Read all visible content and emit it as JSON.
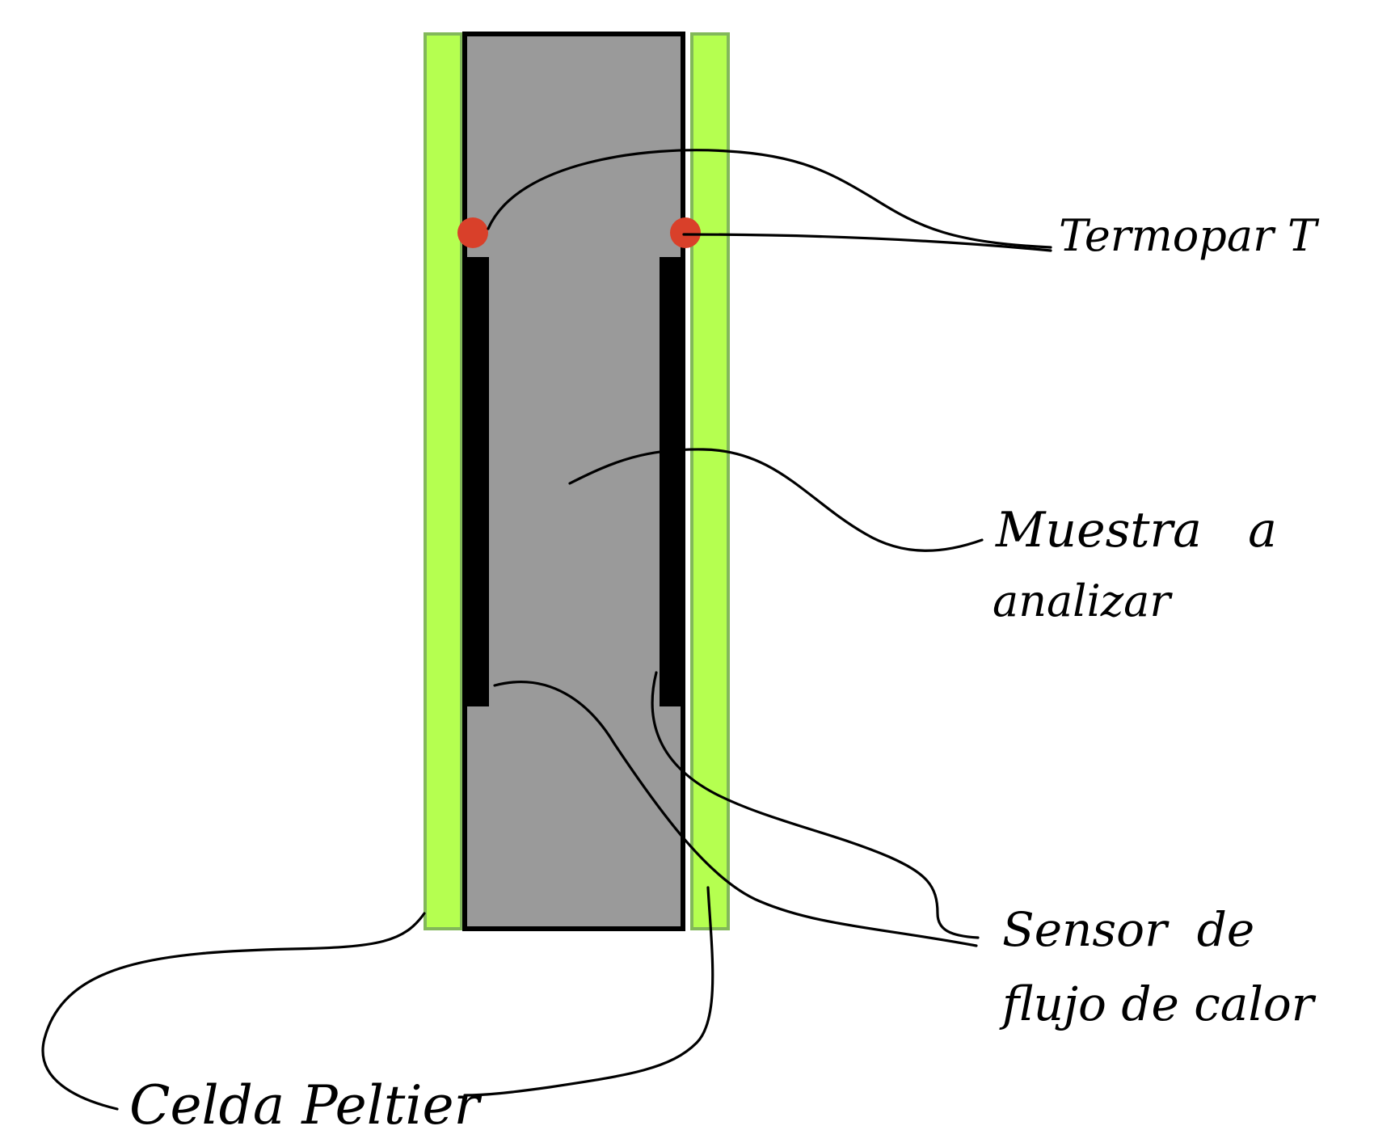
{
  "labels": {
    "thermocouple": "Termopar T",
    "sample_line1": "Muestra   a",
    "sample_line2": "analizar",
    "sensor_line1": "Sensor  de",
    "sensor_line2": "flujo de calor",
    "peltier": "Celda Peltier"
  },
  "colors": {
    "peltier_fill": "#b5ff50",
    "peltier_stroke": "#82b85a",
    "sample_fill": "#9a9a9a",
    "outline": "#000000",
    "thermocouple": "#d9402a",
    "sensor": "#000000",
    "background": "#ffffff"
  }
}
